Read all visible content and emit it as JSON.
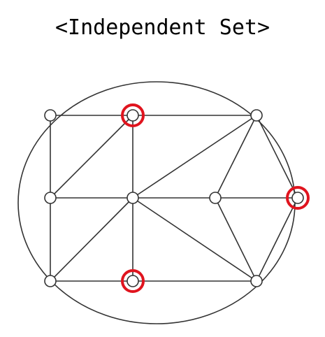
{
  "title": "<Independent Set>",
  "colors": {
    "edge": "#333333",
    "node_fill": "#ffffff",
    "node_stroke": "#333333",
    "highlight": "#e0141e"
  },
  "graph": {
    "vertices": [
      "v1",
      "v2",
      "v3",
      "v4",
      "v5",
      "v6",
      "v7",
      "v8",
      "v9",
      "v10"
    ],
    "edges": [
      [
        "v1",
        "v2"
      ],
      [
        "v2",
        "v3"
      ],
      [
        "v1",
        "v4"
      ],
      [
        "v4",
        "v8"
      ],
      [
        "v4",
        "v5"
      ],
      [
        "v5",
        "v6"
      ],
      [
        "v6",
        "v7"
      ],
      [
        "v8",
        "v9"
      ],
      [
        "v9",
        "v10"
      ],
      [
        "v2",
        "v4"
      ],
      [
        "v2",
        "v5"
      ],
      [
        "v5",
        "v9"
      ],
      [
        "v5",
        "v8"
      ],
      [
        "v5",
        "v3"
      ],
      [
        "v3",
        "v6"
      ],
      [
        "v3",
        "v7"
      ],
      [
        "v5",
        "v10"
      ],
      [
        "v6",
        "v10"
      ],
      [
        "v7",
        "v10"
      ]
    ],
    "outer_circle": true,
    "independent_set": [
      "v2",
      "v7",
      "v9"
    ]
  }
}
